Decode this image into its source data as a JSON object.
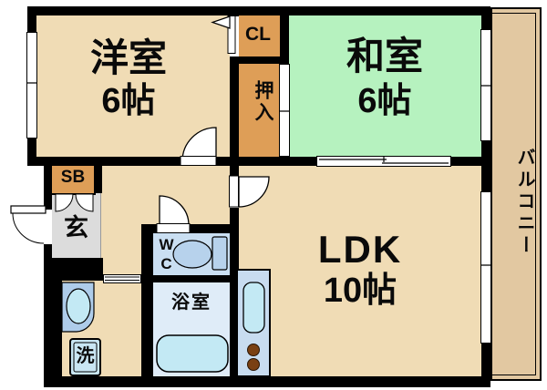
{
  "plan": {
    "type": "apartment-floor-plan",
    "rooms": {
      "western_room": {
        "name": "洋室",
        "size": "6帖"
      },
      "japanese_room": {
        "name": "和室",
        "size": "6帖"
      },
      "ldk": {
        "name": "LDK",
        "size": "10帖"
      },
      "balcony": {
        "name": "バルコニー"
      },
      "closet": {
        "name": "CL"
      },
      "oshiire": {
        "name": "押入"
      },
      "entrance": {
        "name": "玄"
      },
      "shoe_box": {
        "name": "SB"
      },
      "toilet_room": {
        "name": "WC"
      },
      "bathroom": {
        "name": "浴室"
      },
      "laundry": {
        "name": "洗"
      }
    },
    "colors": {
      "wall": "#000000",
      "room_beige": "#F0DCB5",
      "tatami_green": "#B6F2BF",
      "closet_orange": "#DE9E57",
      "balcony_tan": "#E2C8A1",
      "genkan_gray": "#DCDCDC",
      "wc_blue": "#CADFF2",
      "bath_blue": "#DFECF8",
      "fixture_cyan": "#C3E9F4",
      "toilet_blue": "#B7D2EC",
      "vanity_blue": "#AECCEA",
      "kitchen_blue": "#C8DCF0",
      "washer_blue": "#C9E6F3",
      "burner_brown": "#7A4013"
    }
  }
}
